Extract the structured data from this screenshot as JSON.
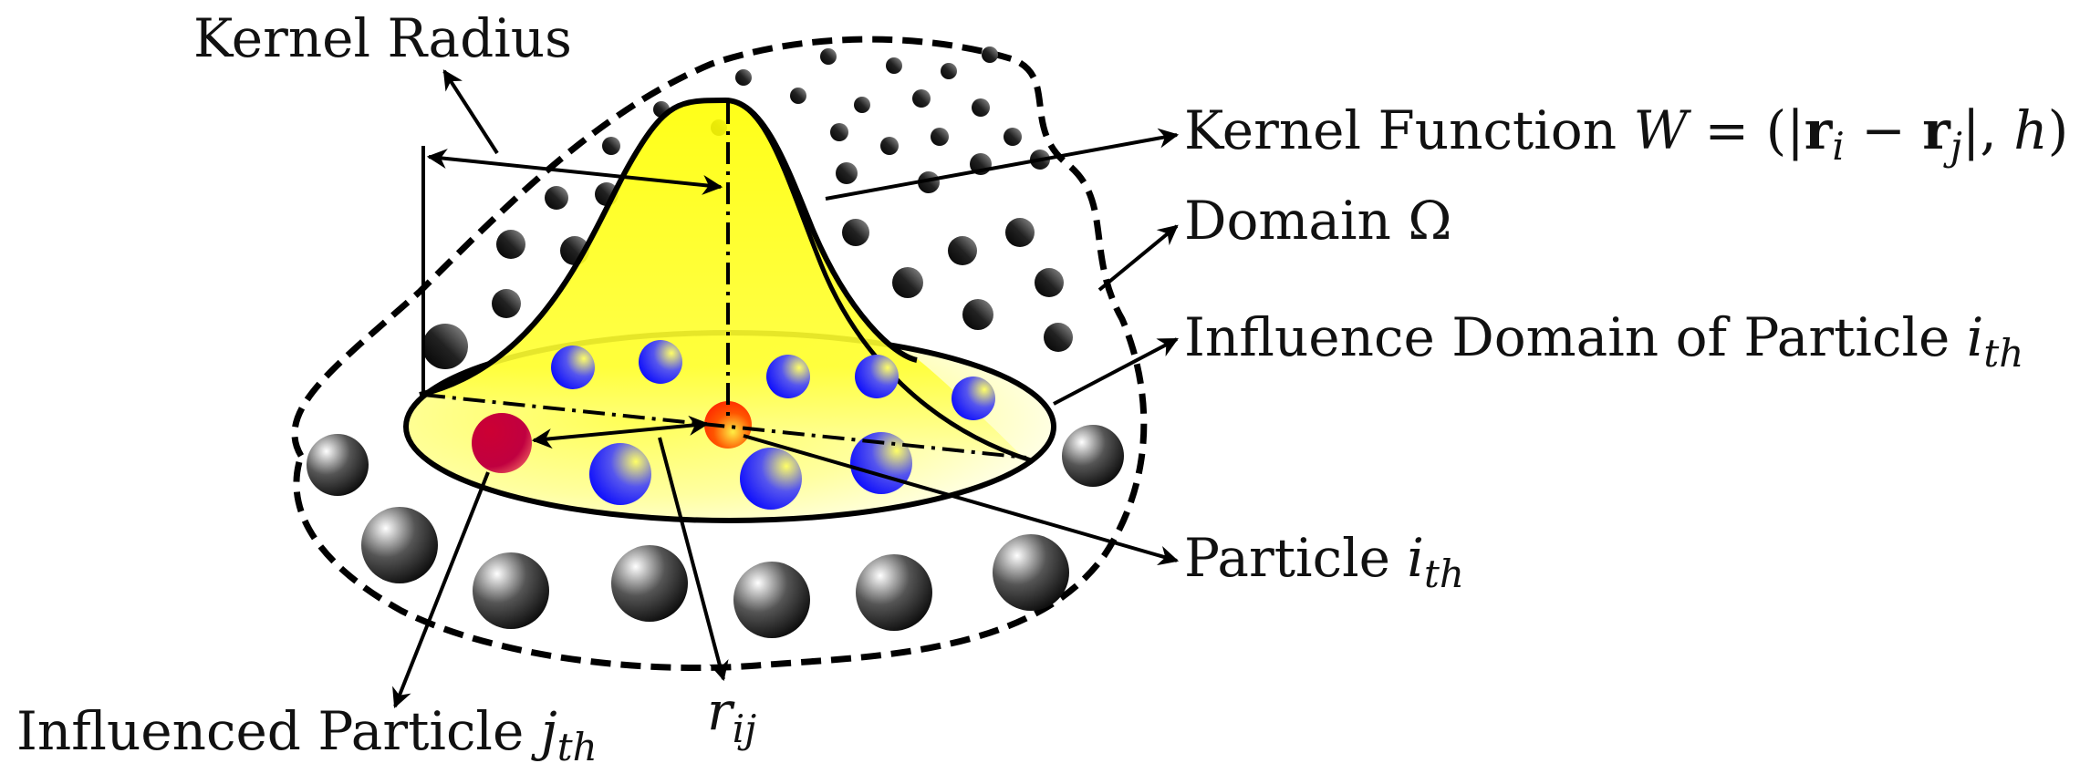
{
  "labels": {
    "kernel_radius": "Kernel Radius",
    "kernel_function": {
      "prefix": "Kernel Function ",
      "W": "W",
      "eq": " = (|",
      "r": "r",
      "i": "i",
      "minus": " − ",
      "j": "j",
      "tail": "|, ",
      "h": "h",
      "close": ")"
    },
    "domain": "Domain Ω",
    "influence_domain": {
      "text": "Influence Domain of Particle ",
      "i": "i",
      "sub": "th"
    },
    "particle": {
      "text": "Particle ",
      "i": "i",
      "sub": "th"
    },
    "influenced_particle": {
      "text": "Influenced Particle ",
      "j": "j",
      "sub": "th"
    },
    "rij": {
      "r": "r",
      "sub": "ij"
    }
  },
  "colors": {
    "kernel_fill": "#ffff00",
    "particle_center": "#ff3b00",
    "influenced_particle": "#c80030",
    "neighbor_particles": "#1a1aff",
    "domain_particles": "#000000"
  }
}
